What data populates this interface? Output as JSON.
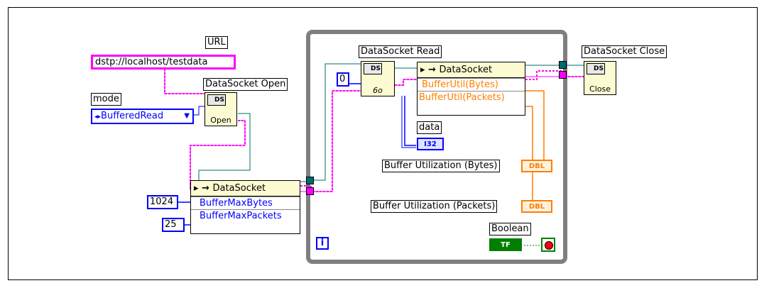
{
  "labels": {
    "url": "URL",
    "url_value": "dstp://localhost/testdata",
    "mode": "mode",
    "mode_value": "BufferedRead",
    "ds_open": "DataSocket Open",
    "ds_read": "DataSocket Read",
    "ds_close": "DataSocket Close",
    "data": "data",
    "buffer_bytes": "Buffer Utilization (Bytes)",
    "buffer_packets": "Buffer Utilization (Packets)",
    "boolean": "Boolean"
  },
  "nodes": {
    "open_sub": "Open",
    "close_sub": "Close",
    "ds_icon": "DS",
    "read_glyph": "6o"
  },
  "constants": {
    "max_bytes": "1024",
    "max_packets": "25",
    "zero": "0"
  },
  "property_nodes": {
    "write": {
      "class": "DataSocket",
      "props": [
        "BufferMaxBytes",
        "BufferMaxPackets"
      ]
    },
    "read": {
      "class": "DataSocket",
      "props": [
        "BufferUtil(Bytes)",
        "BufferUtil(Packets)"
      ]
    }
  },
  "indicators": {
    "i32": "I32",
    "dbl": "DBL",
    "tf": "TF",
    "loop_i": "i"
  },
  "colors": {
    "pink_wire": "#ff00ff",
    "refnum_wire": "#006b6b",
    "int_blue": "#0000ff",
    "dbl_orange": "#ff7f00",
    "bool_green": "#007f00",
    "loop_gray": "#7f7f7f",
    "node_yellow": "#fdfbd1"
  }
}
